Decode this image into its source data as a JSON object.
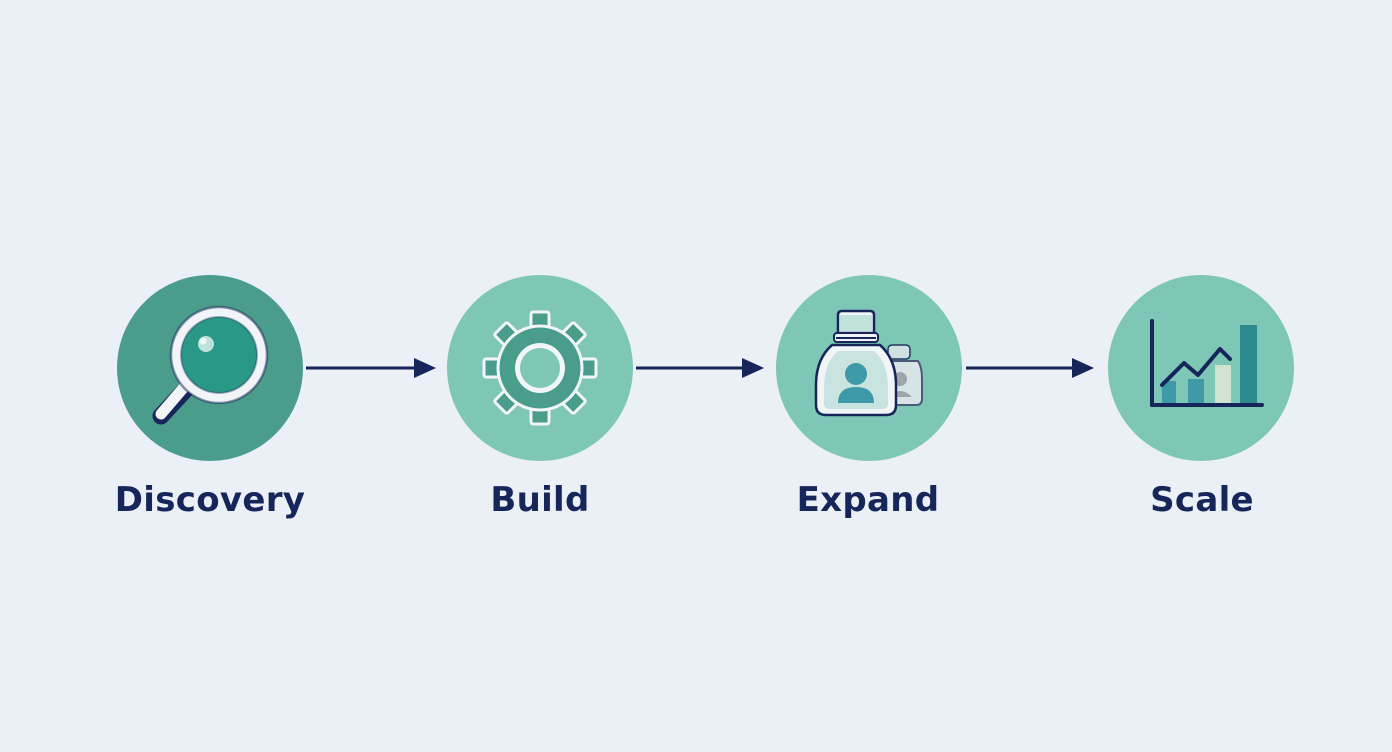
{
  "colors": {
    "background": "#eaf0f5",
    "circle_dark": "#4a9c8b",
    "circle_light": "#7ec6b5",
    "text": "#17265a",
    "arrow": "#17265a"
  },
  "steps": [
    {
      "label": "Discovery",
      "icon": "magnifier-icon"
    },
    {
      "label": "Build",
      "icon": "gear-icon"
    },
    {
      "label": "Expand",
      "icon": "money-bag-person-icon"
    },
    {
      "label": "Scale",
      "icon": "growth-chart-icon"
    }
  ]
}
